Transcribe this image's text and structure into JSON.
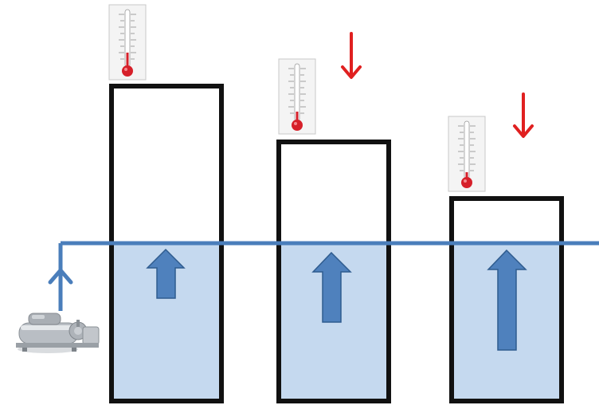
{
  "diagram": {
    "panel_count": 3,
    "colors": {
      "background": "#ffffff",
      "outline": "#111111",
      "water_fill": "#c5d9ef",
      "supply_line": "#4a7ebb",
      "up_arrow_fill": "#4f81bd",
      "up_arrow_stroke": "#2f5c8f",
      "down_arrow": "#e02020",
      "thermometer_bulb": "#d6202a",
      "thermometer_card": "#f4f4f4",
      "chiller_body": "#b9bec4"
    },
    "icons": {
      "source": "chiller-machine-icon",
      "thermometer": "thermometer-icon",
      "temperature_change": "down-arrow-icon",
      "flow": "up-arrow-icon"
    },
    "panels": [
      {
        "has_temperature_drop_arrow": false,
        "relative_level": "highest"
      },
      {
        "has_temperature_drop_arrow": true,
        "relative_level": "middle"
      },
      {
        "has_temperature_drop_arrow": true,
        "relative_level": "lowest"
      }
    ]
  }
}
